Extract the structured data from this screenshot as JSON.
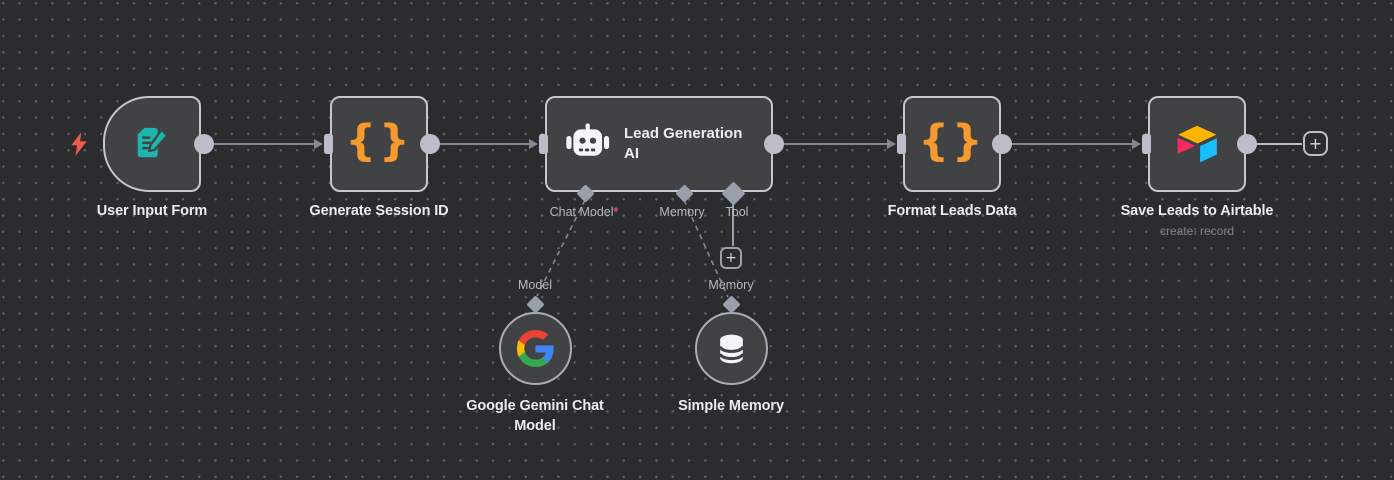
{
  "workflow": {
    "nodes": {
      "user_input_form": {
        "label": "User Input Form",
        "icon": "form-icon"
      },
      "generate_session_id": {
        "label": "Generate Session ID",
        "icon": "code-icon"
      },
      "lead_generation_ai": {
        "label": "Lead Generation AI",
        "icon": "robot-icon"
      },
      "format_leads_data": {
        "label": "Format Leads Data",
        "icon": "code-icon"
      },
      "save_leads_to_airtable": {
        "label": "Save Leads to Airtable",
        "sublabel": "create: record",
        "icon": "airtable-icon"
      },
      "google_gemini_chat_model": {
        "label": "Google Gemini Chat Model",
        "icon": "google-icon"
      },
      "simple_memory": {
        "label": "Simple Memory",
        "icon": "database-icon"
      }
    },
    "ports": {
      "chat_model": {
        "label": "Chat Model",
        "required_marker": "*"
      },
      "memory": {
        "label": "Memory"
      },
      "tool": {
        "label": "Tool"
      },
      "model_input": {
        "label": "Model"
      },
      "memory_input": {
        "label": "Memory"
      }
    },
    "buttons": {
      "add_tool_label": "+",
      "add_node_label": "+"
    },
    "icons": {
      "code_glyph": "{}"
    },
    "colors": {
      "canvas_bg": "#2b2c2d",
      "grid_dot": "#5e6062",
      "node_fill": "#414244",
      "node_border": "#c3c8d0",
      "endpoint": "#b9bec8",
      "port_diamond": "#9aa0ab",
      "edge_line": "#85898f",
      "edge_light": "#b9bec8",
      "title_text": "#ededef",
      "muted_text": "#83868b",
      "port_text": "#b4b8bf",
      "required_marker": "#ea4b71",
      "code_icon": "#f79a2e",
      "form_icon": "#1db5ad",
      "trigger_bolt": "#ee5b4d",
      "google_blue": "#4285F4",
      "google_green": "#34A853",
      "google_yellow": "#FBBC05",
      "google_red": "#EA4335",
      "airtable_yellow": "#FCB400",
      "airtable_pink": "#F82B60",
      "airtable_cyan": "#18BFFF"
    }
  }
}
